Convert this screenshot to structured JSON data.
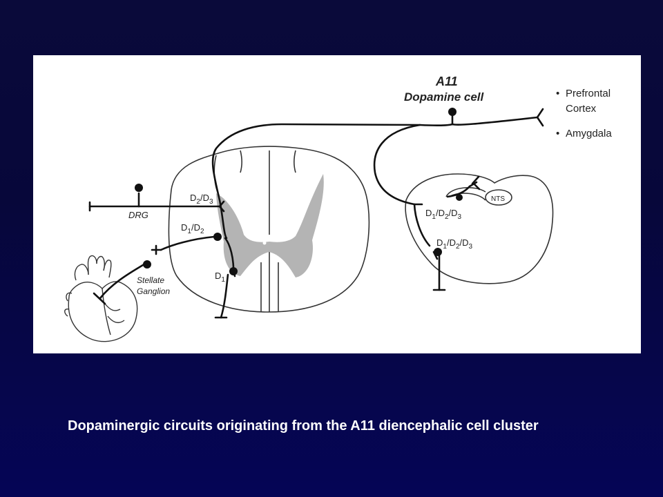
{
  "figure": {
    "a11_title": "A11",
    "a11_subtitle": "Dopamine cell",
    "target_prefrontal_1": "Prefrontal",
    "target_prefrontal_2": "Cortex",
    "target_amygdala": "Amygdala",
    "bullet": "•",
    "drg_label": "DRG",
    "stellate_label_1": "Stellate",
    "stellate_label_2": "Ganglion",
    "nts_label": "NTS",
    "receptor_d2d3": {
      "a": "D",
      "a_sub": "2",
      "sep": "/D",
      "b_sub": "3"
    },
    "receptor_d1d2": {
      "a": "D",
      "a_sub": "1",
      "sep": "/D",
      "b_sub": "2"
    },
    "receptor_d1": {
      "a": "D",
      "a_sub": "1"
    },
    "receptor_d1d2d3_upper": {
      "a": "D",
      "a_sub": "1",
      "sep1": "/D",
      "b_sub": "2",
      "sep2": "/D",
      "c_sub": "3"
    },
    "receptor_d1d2d3_lower": {
      "a": "D",
      "a_sub": "1",
      "sep1": "/D",
      "b_sub": "2",
      "sep2": "/D",
      "c_sub": "3"
    }
  },
  "caption": "Dopaminergic circuits originating from the A11 diencephalic cell cluster"
}
